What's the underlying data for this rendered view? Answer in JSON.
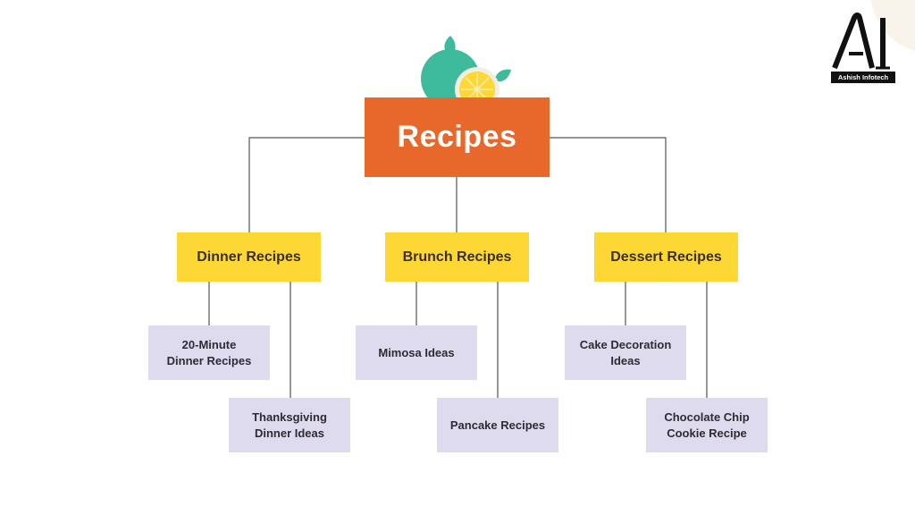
{
  "diagram": {
    "root": {
      "label": "Recipes"
    },
    "categories": [
      {
        "label": "Dinner Recipes",
        "children": [
          "20-Minute\nDinner Recipes",
          "Thanksgiving\nDinner Ideas"
        ]
      },
      {
        "label": "Brunch Recipes",
        "children": [
          "Mimosa Ideas",
          "Pancake Recipes"
        ]
      },
      {
        "label": "Dessert Recipes",
        "children": [
          "Cake Decoration\nIdeas",
          "Chocolate Chip\nCookie Recipe"
        ]
      }
    ]
  },
  "branding": {
    "logo_text": "Ashish Infotech",
    "logo_icon": "ai-monogram-logo"
  },
  "colors": {
    "root_fill": "#e8672a",
    "category_fill": "#fdd835",
    "leaf_fill": "#dfdbee",
    "connector": "#555555",
    "fruit_green": "#3dbb9c",
    "lemon_yellow": "#fdd835"
  },
  "icons": {
    "header_illustration": "lemon-icon"
  }
}
